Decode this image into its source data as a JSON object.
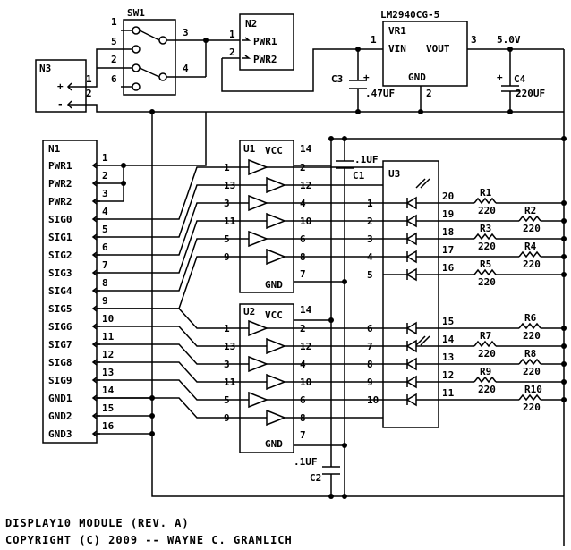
{
  "title_line1": "DISPLAY10 MODULE (REV. A)",
  "title_line2": "COPYRIGHT (C) 2009 -- WAYNE C. GRAMLICH",
  "sw1": {
    "ref": "SW1",
    "pins": [
      "1",
      "5",
      "2",
      "6",
      "3",
      "4"
    ]
  },
  "n2": {
    "ref": "N2",
    "pins": [
      "1",
      "2"
    ],
    "labels": [
      "PWR1",
      "PWR2"
    ]
  },
  "n3": {
    "ref": "N3",
    "pins": [
      "1",
      "2"
    ],
    "labels": [
      "+",
      "-"
    ]
  },
  "vr1": {
    "part": "LM2940CG-5",
    "ref": "VR1",
    "vin": "VIN",
    "vout": "VOUT",
    "gnd": "GND",
    "pin_in": "1",
    "pin_out": "3",
    "pin_gnd": "2",
    "out_voltage": "5.0V"
  },
  "c3": {
    "ref": "C3",
    "value": ".47UF",
    "pol": "+"
  },
  "c4": {
    "ref": "C4",
    "value": "220UF",
    "pol": "+"
  },
  "c1": {
    "ref": "C1",
    "value": ".1UF"
  },
  "c2": {
    "ref": "C2",
    "value": ".1UF"
  },
  "n1": {
    "ref": "N1",
    "labels": [
      "PWR1",
      "PWR2",
      "PWR2",
      "SIG0",
      "SIG1",
      "SIG2",
      "SIG3",
      "SIG4",
      "SIG5",
      "SIG6",
      "SIG7",
      "SIG8",
      "SIG9",
      "GND1",
      "GND2",
      "GND3"
    ],
    "pins": [
      "1",
      "2",
      "3",
      "4",
      "5",
      "6",
      "7",
      "8",
      "9",
      "10",
      "11",
      "12",
      "13",
      "14",
      "15",
      "16"
    ]
  },
  "u1": {
    "ref": "U1",
    "vcc": "VCC",
    "gnd": "GND",
    "pin_vcc": "14",
    "pin_gnd": "7",
    "in_pins": [
      "1",
      "13",
      "3",
      "11",
      "5",
      "9"
    ],
    "out_pins": [
      "2",
      "12",
      "4",
      "10",
      "6",
      "8"
    ]
  },
  "u2": {
    "ref": "U2",
    "vcc": "VCC",
    "gnd": "GND",
    "pin_vcc": "14",
    "pin_gnd": "7",
    "in_pins": [
      "1",
      "13",
      "3",
      "11",
      "5",
      "9"
    ],
    "out_pins": [
      "2",
      "12",
      "4",
      "10",
      "6",
      "8"
    ]
  },
  "u3": {
    "ref": "U3",
    "left_pins": [
      "1",
      "2",
      "3",
      "4",
      "5",
      "6",
      "7",
      "8",
      "9",
      "10"
    ],
    "right_pins": [
      "20",
      "19",
      "18",
      "17",
      "16",
      "15",
      "14",
      "13",
      "12",
      "11"
    ]
  },
  "resistors": [
    {
      "ref": "R1",
      "value": "220"
    },
    {
      "ref": "R2",
      "value": "220"
    },
    {
      "ref": "R3",
      "value": "220"
    },
    {
      "ref": "R4",
      "value": "220"
    },
    {
      "ref": "R5",
      "value": "220"
    },
    {
      "ref": "R6",
      "value": "220"
    },
    {
      "ref": "R7",
      "value": "220"
    },
    {
      "ref": "R8",
      "value": "220"
    },
    {
      "ref": "R9",
      "value": "220"
    },
    {
      "ref": "R10",
      "value": "220"
    }
  ]
}
